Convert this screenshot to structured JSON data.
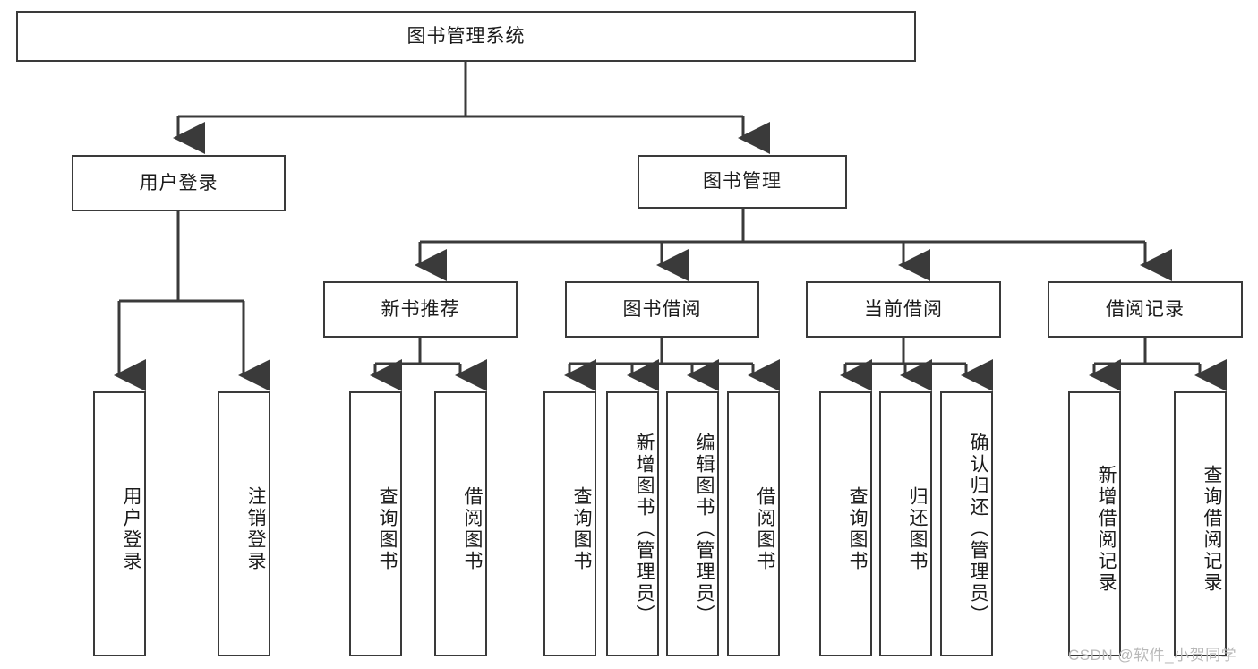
{
  "diagram": {
    "type": "tree-hierarchy",
    "title": "图书管理系统",
    "colors": {
      "box_border": "#3a3a3a",
      "box_fill": "#ffffff",
      "connector": "#3a3a3a",
      "text": "#1b1b1b",
      "watermark": "#b9b9b9",
      "background": "#ffffff"
    },
    "root": {
      "label": "图书管理系统"
    },
    "level2": [
      {
        "label": "用户登录"
      },
      {
        "label": "图书管理"
      }
    ],
    "level3": [
      {
        "label": "新书推荐"
      },
      {
        "label": "图书借阅"
      },
      {
        "label": "当前借阅"
      },
      {
        "label": "借阅记录"
      }
    ],
    "leaves": {
      "user_login": [
        {
          "label": "用户登录"
        },
        {
          "label": "注销登录"
        }
      ],
      "new_book_recommend": [
        {
          "label": "查询图书"
        },
        {
          "label": "借阅图书"
        }
      ],
      "book_borrow": [
        {
          "label": "查询图书"
        },
        {
          "label": "新增图书（管理员）"
        },
        {
          "label": "编辑图书（管理员）"
        },
        {
          "label": "借阅图书"
        }
      ],
      "current_borrow": [
        {
          "label": "查询图书"
        },
        {
          "label": "归还图书"
        },
        {
          "label": "确认归还（管理员）"
        }
      ],
      "borrow_record": [
        {
          "label": "新增借阅记录"
        },
        {
          "label": "查询借阅记录"
        }
      ]
    }
  },
  "watermark": {
    "text": "CSDN @软件_小贺同学"
  }
}
